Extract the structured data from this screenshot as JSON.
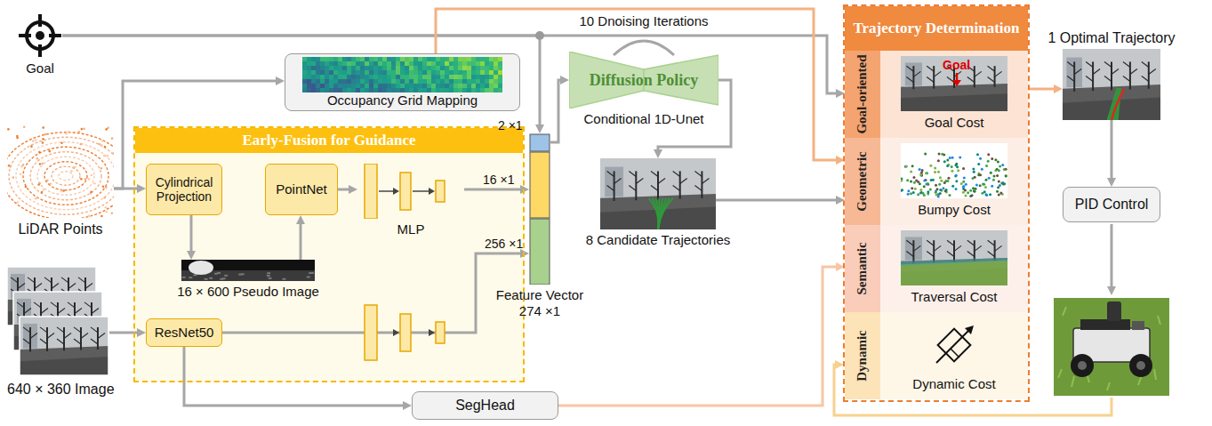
{
  "diagram": {
    "nodes": [
      {
        "text": [
          "Goal"
        ]
      },
      {
        "text": [
          "LiDAR Points"
        ]
      },
      {
        "text": [
          "640 × 360 Image"
        ]
      },
      {
        "text": [
          "Occupancy Grid Mapping"
        ]
      },
      {
        "text": [
          "Early-Fusion for Guidance"
        ]
      },
      {
        "text": [
          "Cylindrical Projection"
        ],
        "in": 4
      },
      {
        "text": [
          "PointNet"
        ],
        "in": 4
      },
      {
        "text": [
          "16 × 600 Pseudo Image"
        ],
        "in": 4
      },
      {
        "text": [
          "ResNet50"
        ],
        "in": 4
      },
      {
        "text": [
          "MLP"
        ],
        "in": 4
      },
      {
        "text": [
          "SegHead"
        ]
      },
      {
        "text": [
          "Feature Vector 274 ×1"
        ]
      },
      {
        "text": [
          "Diffusion Policy",
          "Conditional 1D-Unet"
        ]
      },
      {
        "text": [
          "8 Candidate Trajectories"
        ]
      },
      {
        "text": [
          "Trajectory Determination"
        ]
      },
      {
        "text": [
          "Goal-oriented",
          "Goal Cost"
        ],
        "in": 14
      },
      {
        "text": [
          "Geometric",
          "Bumpy Cost"
        ],
        "in": 14
      },
      {
        "text": [
          "Semantic",
          "Traversal Cost"
        ],
        "in": 14
      },
      {
        "text": [
          "Dynamic",
          "Dynamic Cost"
        ],
        "in": 14
      },
      {
        "text": [
          "1 Optimal Trajectory"
        ]
      },
      {
        "text": [
          "PID Control"
        ]
      }
    ],
    "edges": [
      {
        "from": 0,
        "to": 11,
        "arrow": "to"
      },
      {
        "from": 0,
        "to": 15,
        "arrow": "to"
      },
      {
        "from": 1,
        "to": 3,
        "arrow": "to"
      },
      {
        "from": 1,
        "to": 5,
        "arrow": "to"
      },
      {
        "from": 5,
        "to": 7,
        "arrow": "to"
      },
      {
        "from": 7,
        "to": 6,
        "arrow": "to"
      },
      {
        "from": 6,
        "to": 9,
        "arrow": "to"
      },
      {
        "from": 9,
        "to": 11,
        "arrow": "to"
      },
      {
        "from": 2,
        "to": 8,
        "arrow": "to"
      },
      {
        "from": 8,
        "to": 11,
        "arrow": "to"
      },
      {
        "from": 8,
        "to": 10,
        "arrow": "to"
      },
      {
        "from": 10,
        "to": 17,
        "arrow": "to"
      },
      {
        "from": 3,
        "to": 16,
        "arrow": "to"
      },
      {
        "from": 11,
        "to": 12,
        "arrow": "to"
      },
      {
        "from": 12,
        "to": 13,
        "arrow": "to"
      },
      {
        "from": 13,
        "to": 16,
        "arrow": "to"
      },
      {
        "from": 14,
        "to": 19,
        "arrow": "to"
      },
      {
        "from": 19,
        "to": 20,
        "arrow": "to"
      }
    ],
    "labels": [
      "2 ×1",
      "16 ×1",
      "256 ×1",
      "10 Dnoising Iterations",
      "Goal"
    ]
  }
}
